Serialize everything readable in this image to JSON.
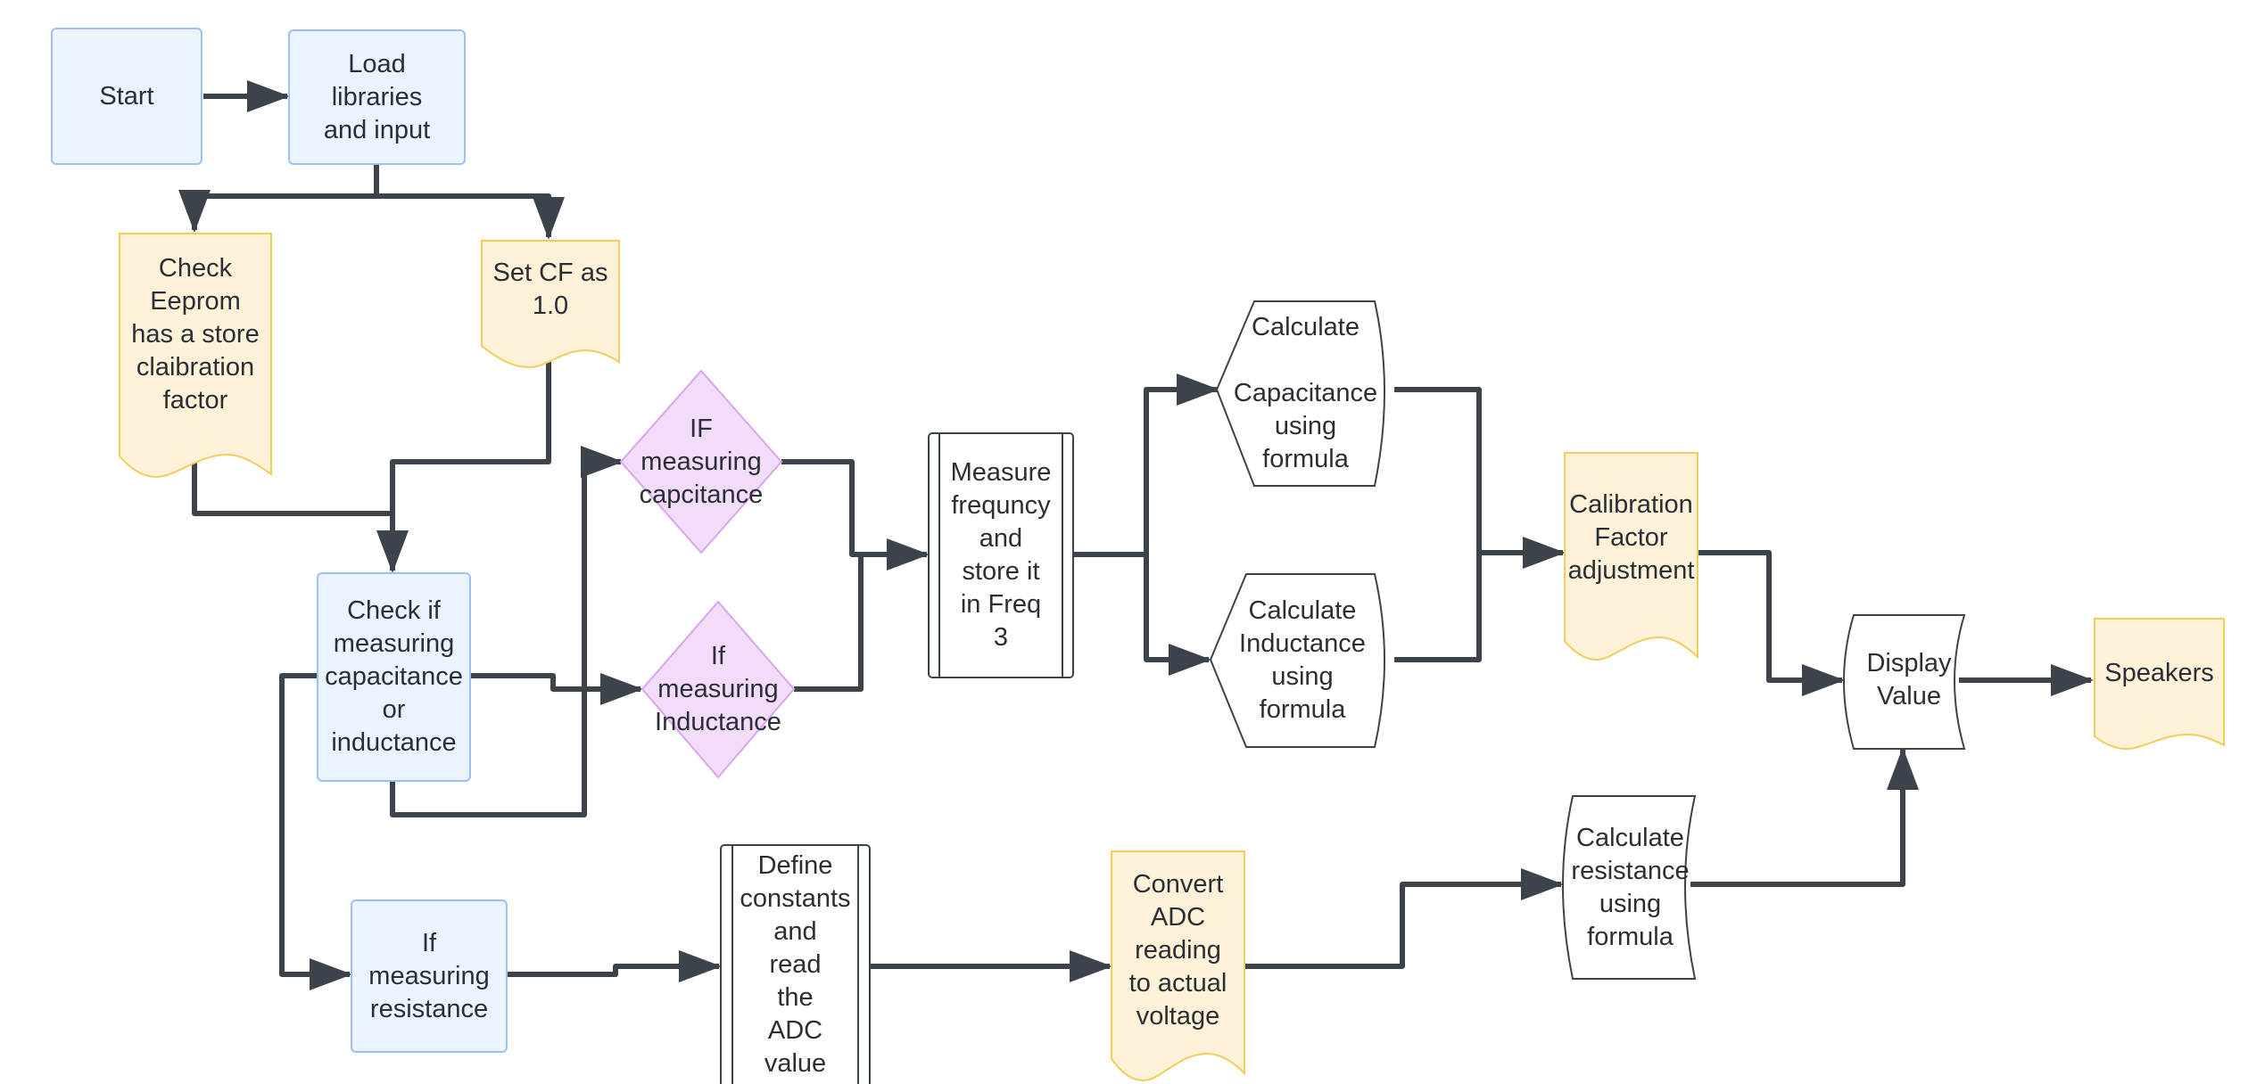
{
  "diagram": {
    "type": "flowchart",
    "nodes": {
      "start": "Start",
      "load": "Load\nlibraries\nand input",
      "check_eeprom": "Check\nEeprom\nhas a store\nclaibration\nfactor",
      "set_cf": "Set CF as\n1.0",
      "check_mode": "Check if\nmeasuring\ncapacitance\nor\ninductance",
      "if_cap": "IF\nmeasuring\ncapcitance",
      "if_ind": "If\nmeasuring\nInductance",
      "measure_freq": "Measure\nfrequncy\nand\nstore it\nin Freq\n3",
      "calc_cap": "Calculate\n\nCapacitance\nusing\nformula",
      "calc_ind": "Calculate\nInductance\nusing\nformula",
      "calibration": "Calibration\nFactor\nadjustment",
      "display": "Display\nValue",
      "speakers": "Speakers",
      "if_res": "If\nmeasuring\nresistance",
      "define_const": "Define\nconstants\nand\nread\nthe\nADC\nvalue",
      "convert_adc": "Convert\nADC\nreading\nto actual\nvoltage",
      "calc_res": "Calculate\nresistance\nusing\nformula"
    },
    "edges": [
      {
        "from": "start",
        "to": "load"
      },
      {
        "from": "load",
        "to": "check_eeprom"
      },
      {
        "from": "load",
        "to": "set_cf"
      },
      {
        "from": "check_eeprom",
        "to": "check_mode"
      },
      {
        "from": "set_cf",
        "to": "check_mode"
      },
      {
        "from": "check_mode",
        "to": "if_cap"
      },
      {
        "from": "check_mode",
        "to": "if_ind"
      },
      {
        "from": "check_mode",
        "to": "if_res"
      },
      {
        "from": "if_cap",
        "to": "measure_freq"
      },
      {
        "from": "if_ind",
        "to": "measure_freq"
      },
      {
        "from": "measure_freq",
        "to": "calc_cap"
      },
      {
        "from": "measure_freq",
        "to": "calc_ind"
      },
      {
        "from": "calc_cap",
        "to": "calibration"
      },
      {
        "from": "calc_ind",
        "to": "calibration"
      },
      {
        "from": "calibration",
        "to": "display"
      },
      {
        "from": "display",
        "to": "speakers"
      },
      {
        "from": "if_res",
        "to": "define_const"
      },
      {
        "from": "define_const",
        "to": "convert_adc"
      },
      {
        "from": "convert_adc",
        "to": "calc_res"
      },
      {
        "from": "calc_res",
        "to": "display"
      }
    ],
    "colors": {
      "process_fill": "#ebf3ff",
      "process_stroke": "#9cc1f2",
      "document_fill": "#fdf2d8",
      "document_stroke": "#f0cd5c",
      "decision_fill": "#f2dcfa",
      "decision_stroke": "#d8a6ee",
      "connector": "#3d434b"
    }
  }
}
